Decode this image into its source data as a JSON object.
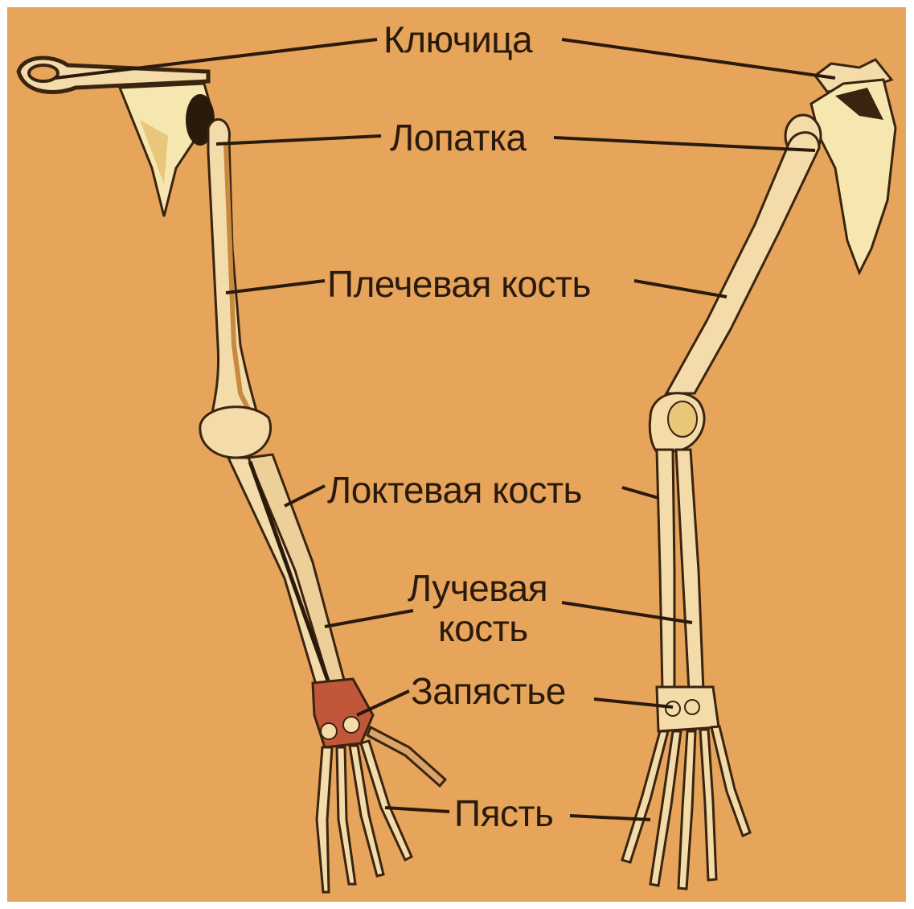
{
  "colors": {
    "background": "#e6a55b",
    "bone": "#f3dcaa",
    "bone_outline": "#3a2410",
    "scapula": "#f6e6b0",
    "label_text": "#2b1a0c"
  },
  "labels": {
    "clavicle": "Ключица",
    "scapula": "Лопатка",
    "humerus": "Плечевая кость",
    "ulna": "Локтевая кость",
    "radius_line1": "Лучевая",
    "radius_line2": "кость",
    "wrist": "Запястье",
    "metacarpus": "Пясть"
  }
}
